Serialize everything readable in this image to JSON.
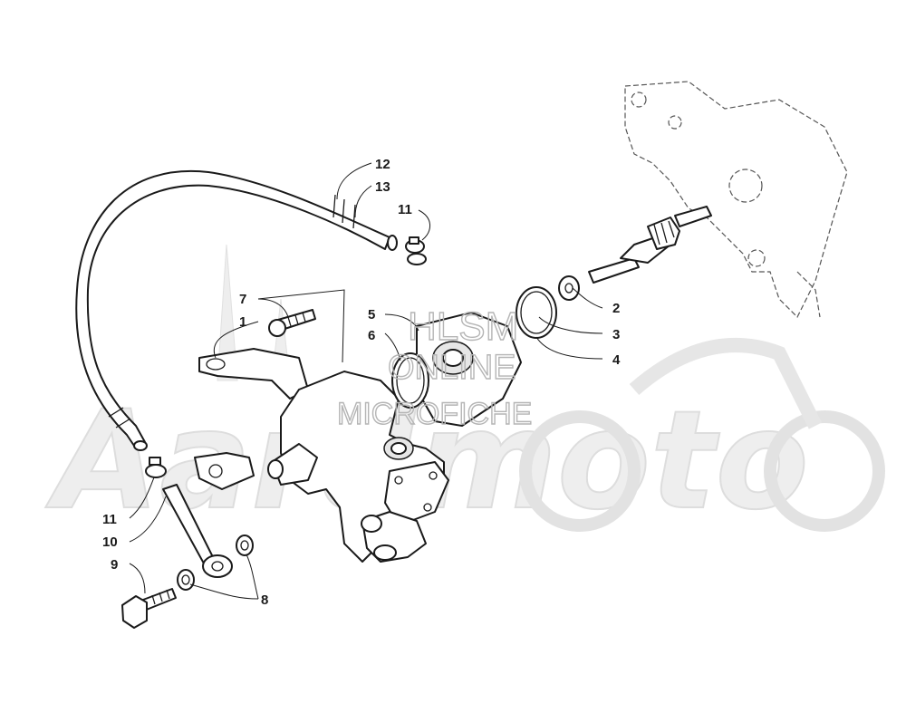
{
  "watermark": {
    "line1": "HLSM",
    "line2": "ONLINE",
    "line3": "MICROFICHE",
    "brand": "Aardmoto"
  },
  "callouts": [
    {
      "id": "c12a",
      "label": "12"
    },
    {
      "id": "c13",
      "label": "13"
    },
    {
      "id": "c11a",
      "label": "11"
    },
    {
      "id": "c7",
      "label": "7"
    },
    {
      "id": "c1",
      "label": "1"
    },
    {
      "id": "c5",
      "label": "5"
    },
    {
      "id": "c6",
      "label": "6"
    },
    {
      "id": "c2",
      "label": "2"
    },
    {
      "id": "c3",
      "label": "3"
    },
    {
      "id": "c4",
      "label": "4"
    },
    {
      "id": "c11b",
      "label": "11"
    },
    {
      "id": "c10",
      "label": "10"
    },
    {
      "id": "c9",
      "label": "9"
    },
    {
      "id": "c8",
      "label": "8"
    }
  ],
  "colors": {
    "line": "#1a1a1a",
    "watermark": "#b5b5b5",
    "background": "#ffffff"
  }
}
